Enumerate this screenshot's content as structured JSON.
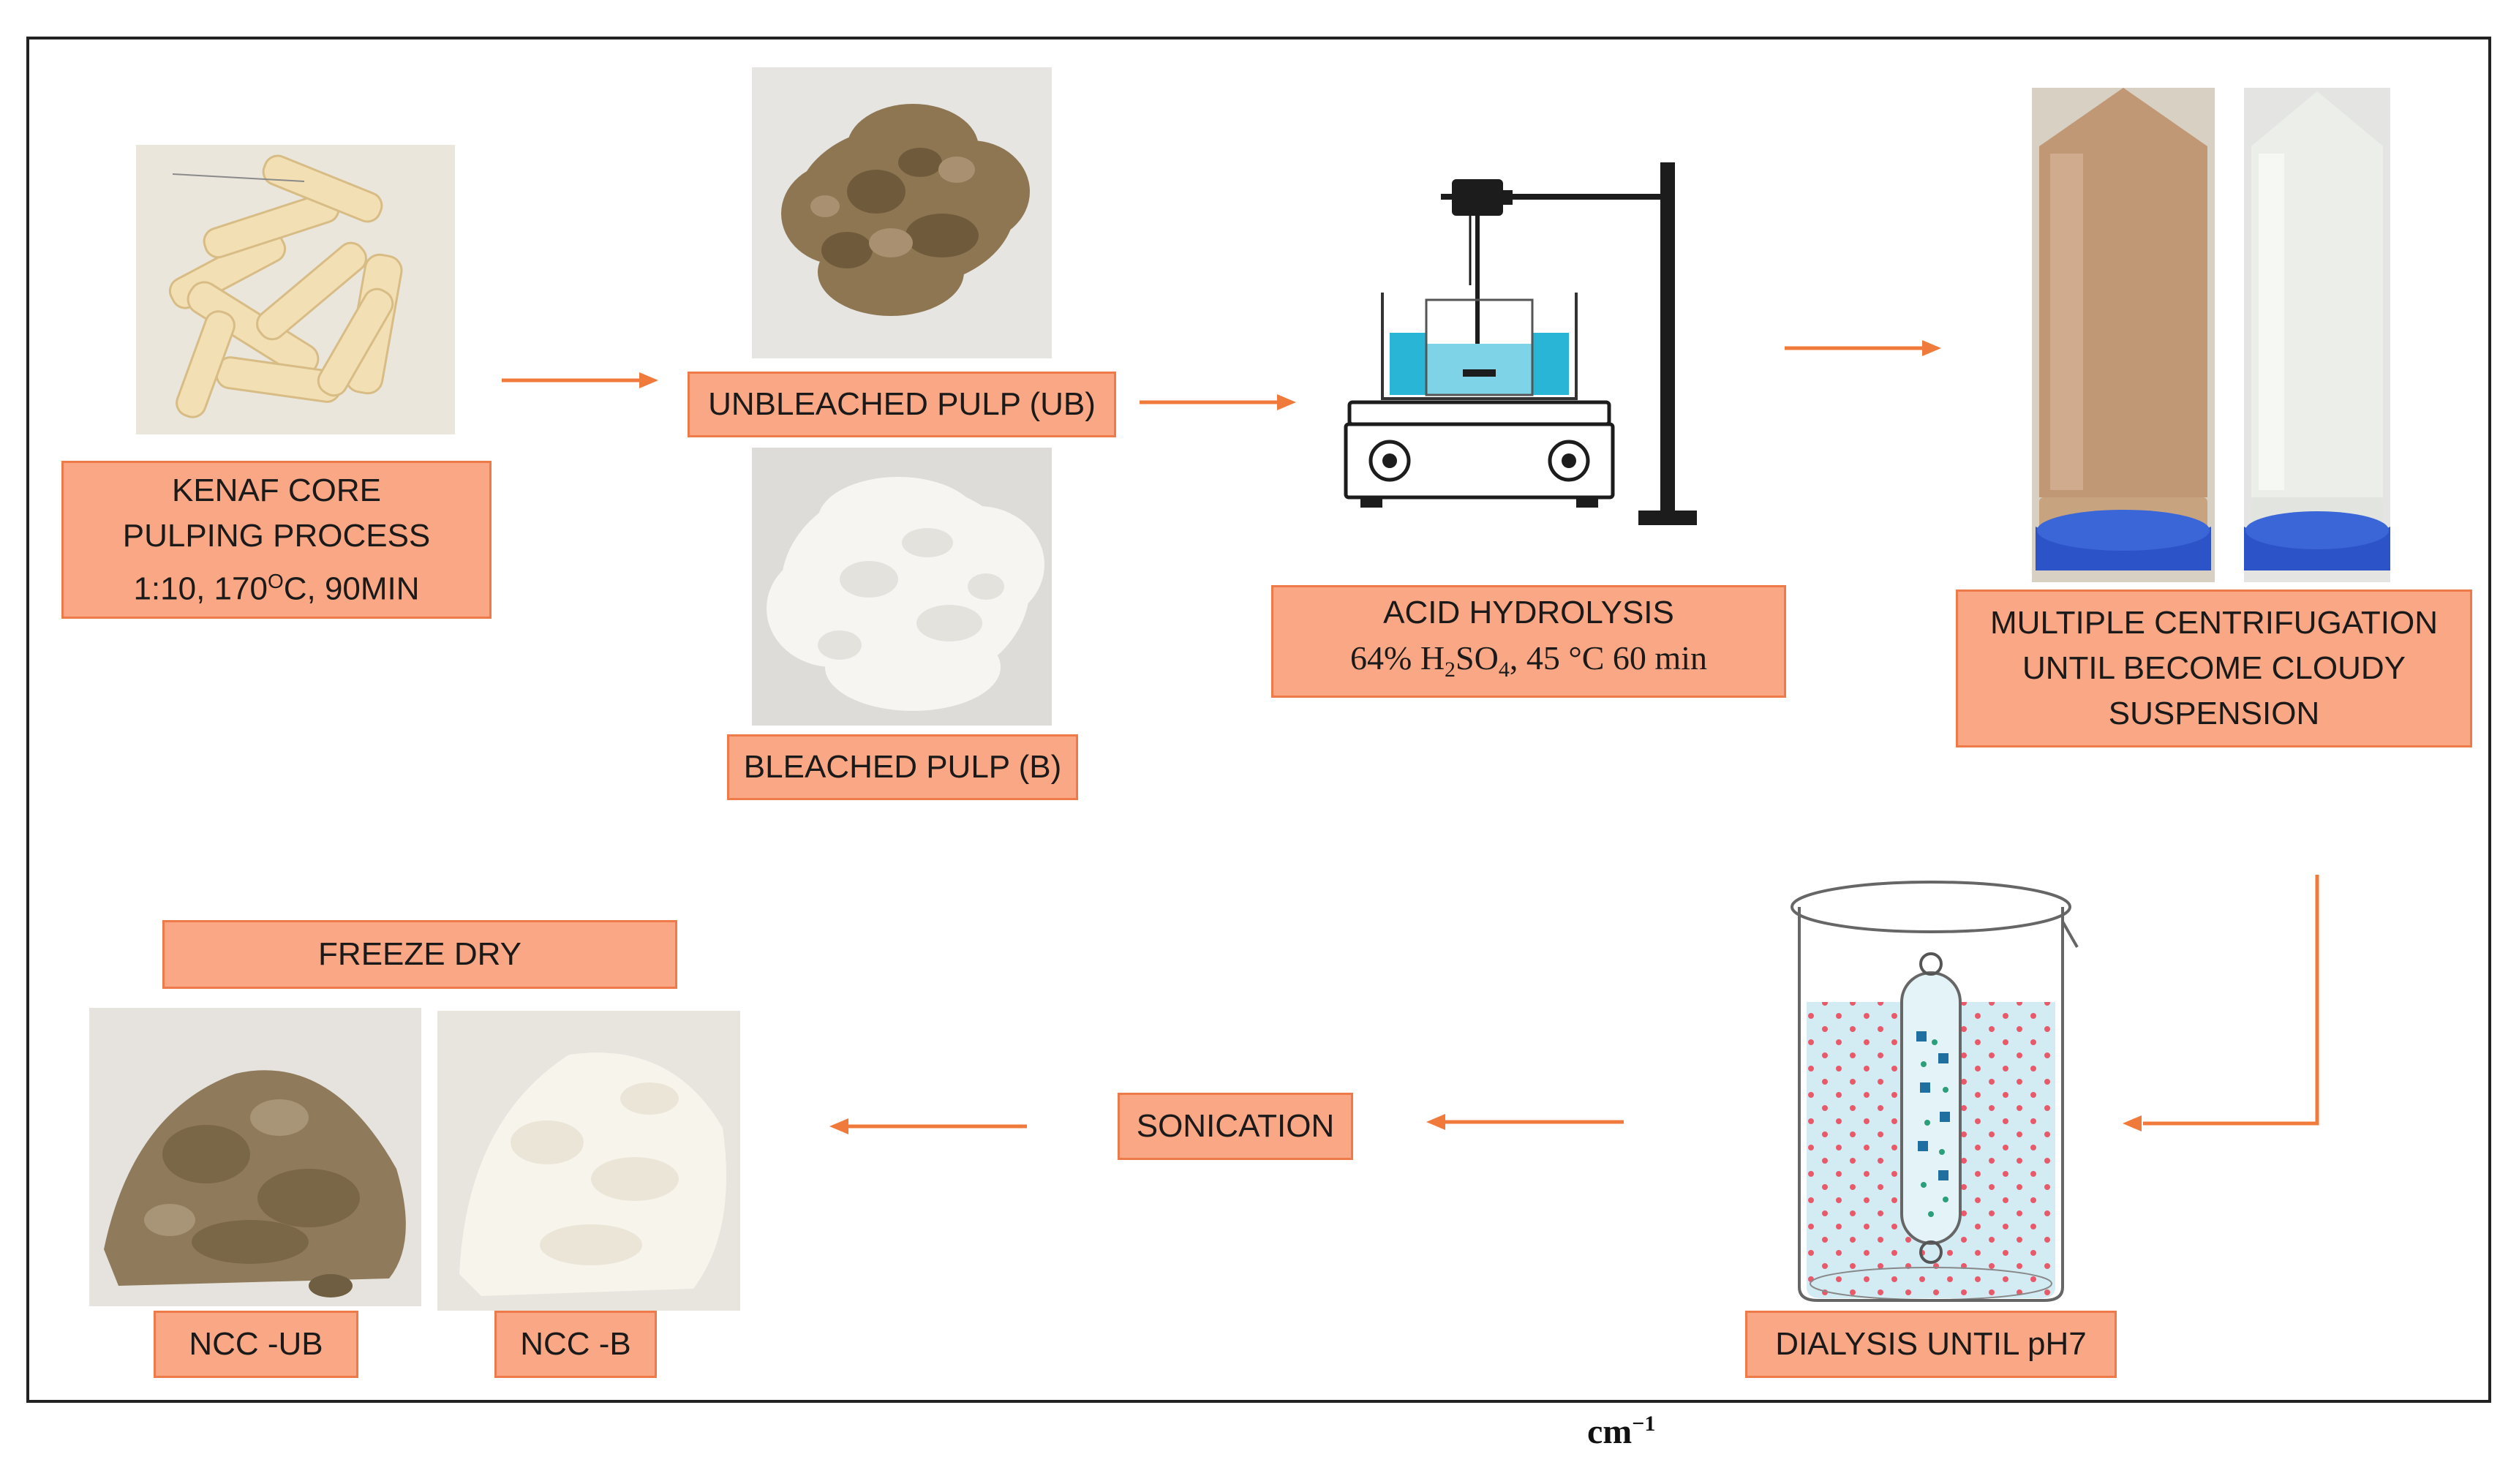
{
  "steps": {
    "kenaf": {
      "line1": "KENAF CORE",
      "line2": "PULPING PROCESS",
      "line3_pre": "1:10, 170",
      "line3_sup": "O",
      "line3_post": "C, 90MIN"
    },
    "unbleached": "UNBLEACHED PULP (UB)",
    "bleached": "BLEACHED PULP (B)",
    "acid": {
      "line1": "ACID HYDROLYSIS",
      "line2_a": "64% H",
      "line2_sub1": "2",
      "line2_b": "SO",
      "line2_sub2": "4",
      "line2_c": ", 45 °C  60 min"
    },
    "centrifuge": {
      "line1": "MULTIPLE CENTRIFUGATION",
      "line2": "UNTIL BECOME CLOUDY",
      "line3": "SUSPENSION"
    },
    "dialysis": "DIALYSIS UNTIL pH7",
    "sonication": "SONICATION",
    "freeze": "FREEZE DRY",
    "ncc_ub": "NCC -UB",
    "ncc_b": "NCC -B"
  },
  "footer": {
    "base": "cm",
    "sup": "−1"
  },
  "colors": {
    "box_fill": "#f9a784",
    "box_border": "#ee7a4a",
    "arrow": "#f07a3c",
    "liquid": "#29b6d6"
  }
}
